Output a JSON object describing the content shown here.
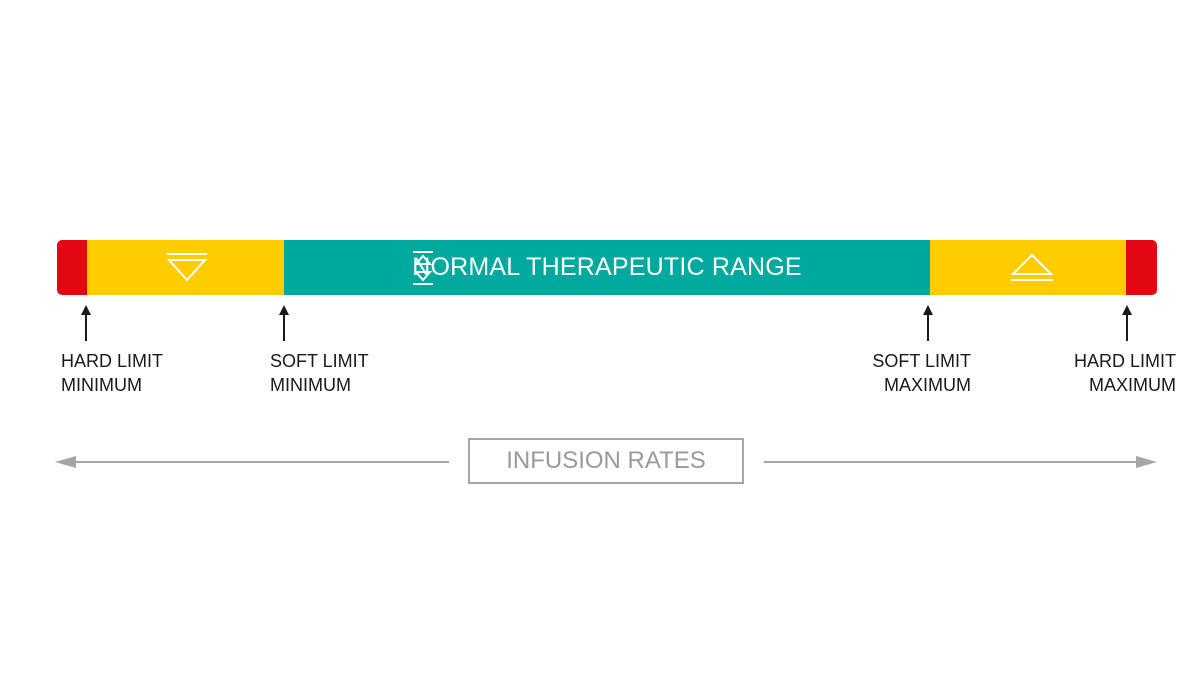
{
  "colors": {
    "hard_limit": "#e30613",
    "soft_limit": "#ffcc00",
    "normal": "#00a99d",
    "text": "#1a1a1a",
    "axis": "#a6a6a6"
  },
  "bar": {
    "segments": [
      {
        "id": "hard-min",
        "color": "#e30613"
      },
      {
        "id": "soft-min-zone",
        "color": "#ffcc00",
        "icon": "down-triangle-icon"
      },
      {
        "id": "normal",
        "color": "#00a99d",
        "icon": "up-down-range-icon",
        "label": "NORMAL THERAPEUTIC RANGE"
      },
      {
        "id": "soft-max-zone",
        "color": "#ffcc00",
        "icon": "up-triangle-icon"
      },
      {
        "id": "hard-max",
        "color": "#e30613"
      }
    ]
  },
  "markers": [
    {
      "id": "hard-limit-minimum",
      "label": "HARD LIMIT\nMINIMUM",
      "align": "left"
    },
    {
      "id": "soft-limit-minimum",
      "label": "SOFT LIMIT\nMINIMUM",
      "align": "left"
    },
    {
      "id": "soft-limit-maximum",
      "label": "SOFT LIMIT\nMAXIMUM",
      "align": "right"
    },
    {
      "id": "hard-limit-maximum",
      "label": "HARD LIMIT\nMAXIMUM",
      "align": "right"
    }
  ],
  "axis": {
    "label": "INFUSION RATES"
  }
}
